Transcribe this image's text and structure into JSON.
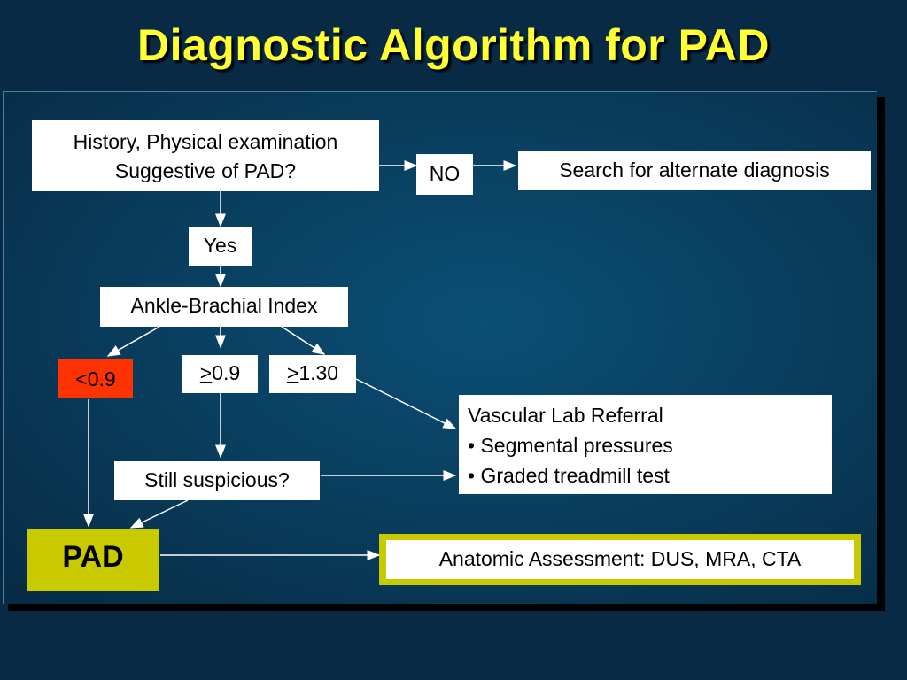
{
  "title": "Diagnostic Algorithm for PAD",
  "nodes": {
    "history_line1": "History, Physical examination",
    "history_line2": "Suggestive of PAD?",
    "no": "NO",
    "search": "Search for alternate diagnosis",
    "yes": "Yes",
    "abi": "Ankle-Brachial Index",
    "lt09": "<0.9",
    "ge09_symbol": ">",
    "ge09_value": "0.9",
    "ge130_symbol": ">",
    "ge130_value": "1.30",
    "vascular_title": "Vascular Lab Referral",
    "vascular_items": [
      "• Segmental pressures",
      "• Graded treadmill test"
    ],
    "suspicious": "Still suspicious?",
    "pad": "PAD",
    "anatomic": "Anatomic Assessment: DUS, MRA, CTA"
  },
  "colors": {
    "title": "#ffff33",
    "red_box": "#ff3300",
    "pad_box": "#c9c900",
    "background": "#082a44"
  }
}
